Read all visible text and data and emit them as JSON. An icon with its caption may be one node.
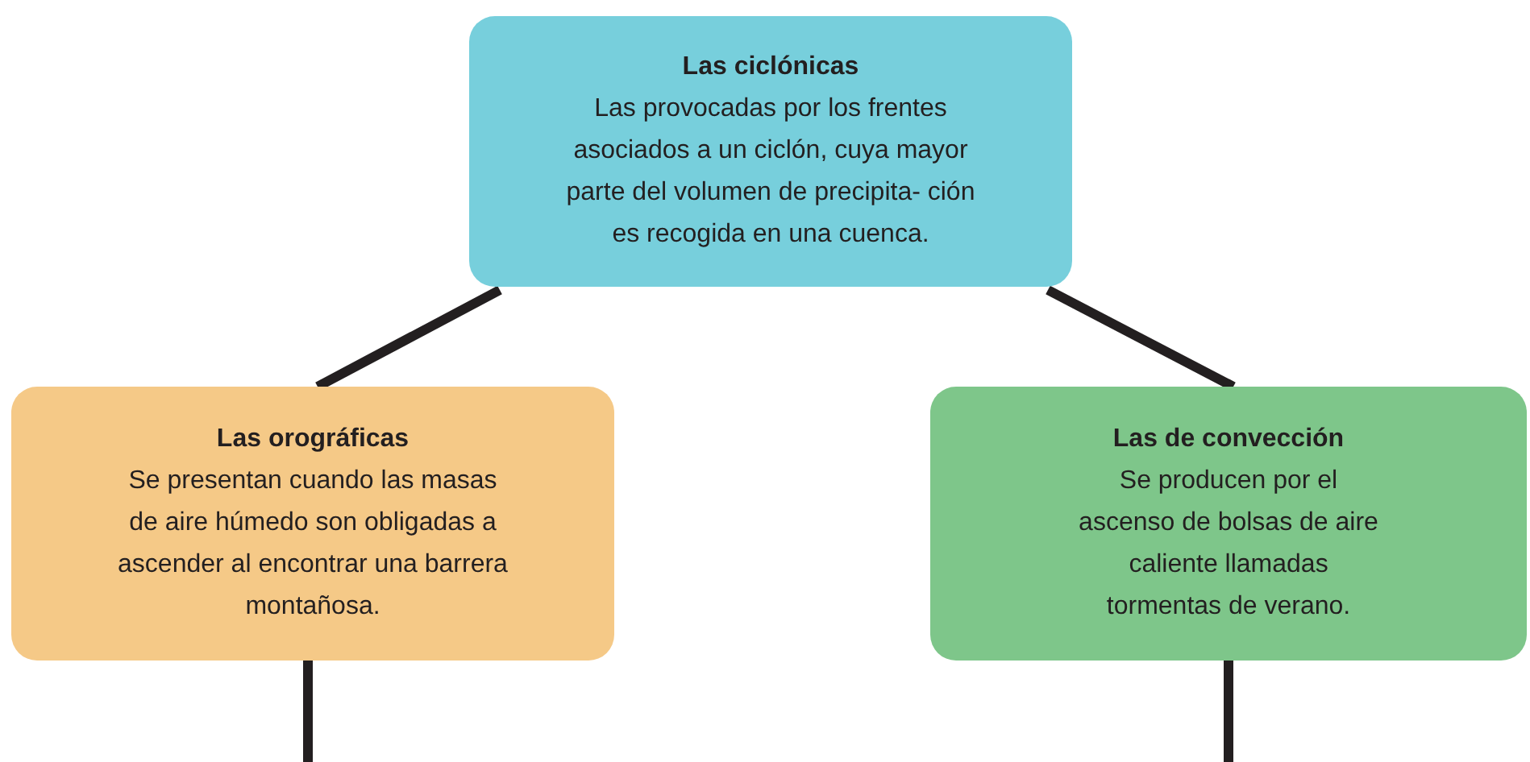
{
  "diagram": {
    "nodes": [
      {
        "text": [
          "Las ciclónicas",
          "Las provocadas por los frentes asociados a un ciclón, cuya mayor parte del volumen de precipita- ción es recogida en una cuenca."
        ]
      },
      {
        "text": [
          "Las orográficas",
          "Se presentan cuando las masas de aire húmedo son obligadas a ascender al encontrar una barrera montañosa."
        ]
      },
      {
        "text": [
          "Las de convección",
          "Se producen por el ascenso de bolsas de aire caliente llamadas tormentas de verano."
        ]
      }
    ],
    "edges": [
      {
        "from": 0,
        "to": 1,
        "arrow": "none"
      },
      {
        "from": 0,
        "to": 2,
        "arrow": "none"
      },
      {
        "from": 1,
        "to": null,
        "arrow": "none"
      },
      {
        "from": 2,
        "to": null,
        "arrow": "none"
      }
    ]
  }
}
